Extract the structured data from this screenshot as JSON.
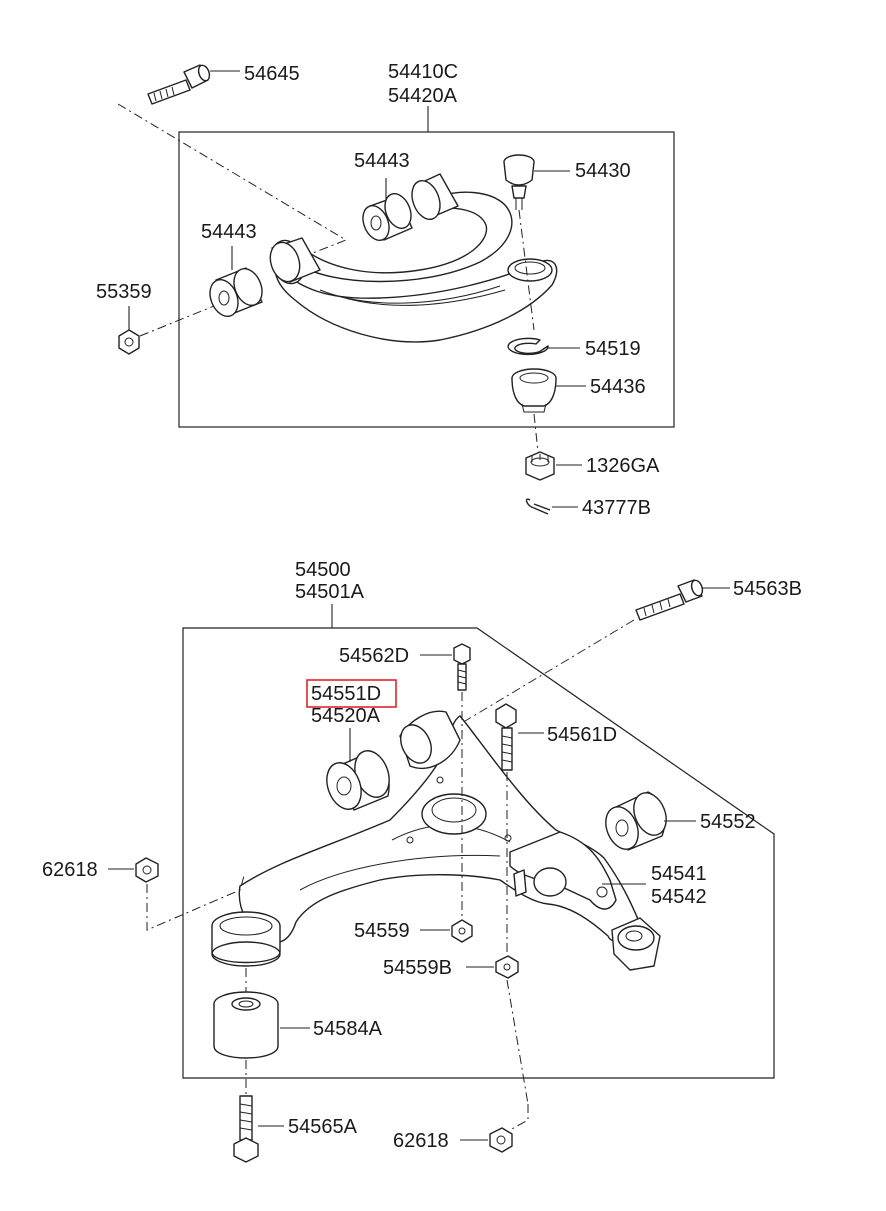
{
  "labels": {
    "upper_bolt": "54645",
    "upper_arm_1": "54410C",
    "upper_arm_2": "54420A",
    "bushing_a": "54443",
    "bushing_b": "54443",
    "upper_balljoint": "54430",
    "upper_nut_left": "55359",
    "snap_ring": "54519",
    "dust_cover": "54436",
    "castle_nut": "1326GA",
    "cotter_pin": "43777B",
    "lower_arm_1": "54500",
    "lower_arm_2": "54501A",
    "lower_bolt_right": "54563B",
    "bolt_54562D": "54562D",
    "bushing_highlighted": "54551D",
    "bushing_front": "54520A",
    "bolt_54561D": "54561D",
    "bushing_rear": "54552",
    "nut_left": "62618",
    "bracket_1": "54541",
    "bracket_2": "54542",
    "nut_54559": "54559",
    "nut_54559B": "54559B",
    "bushing_54584A": "54584A",
    "bolt_54565A": "54565A",
    "nut_bottom": "62618"
  },
  "highlight": {
    "part": "54551D",
    "color": "#e0262b"
  }
}
